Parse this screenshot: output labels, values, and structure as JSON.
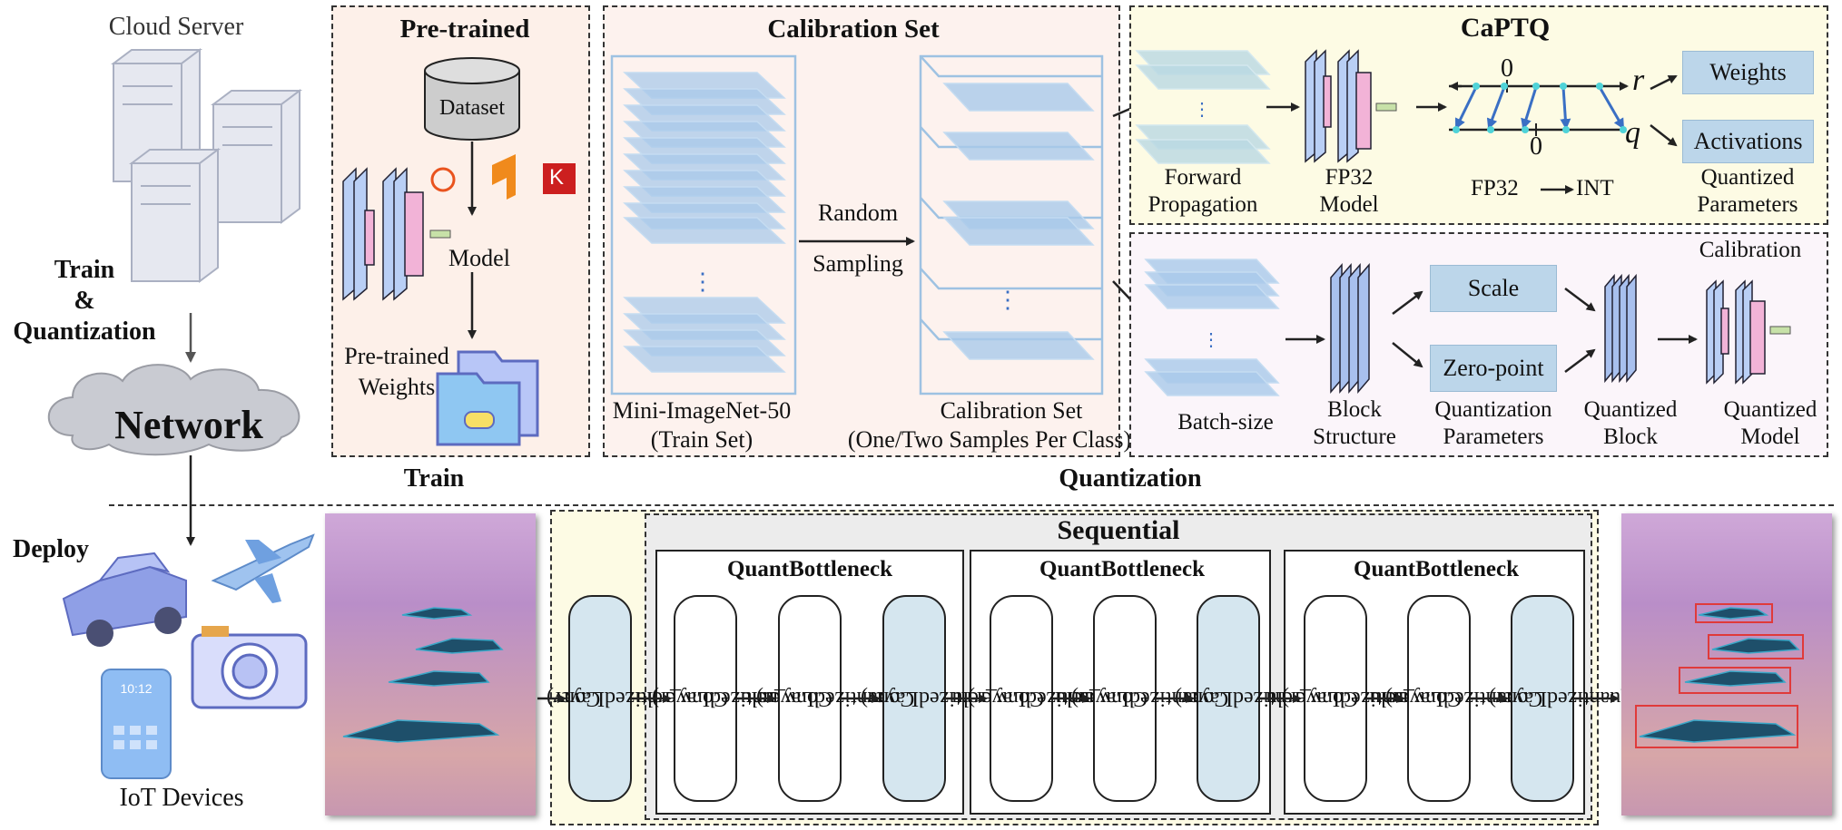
{
  "left": {
    "cloud_server": "Cloud Server",
    "train_quant_1": "Train",
    "train_quant_2": "&",
    "train_quant_3": "Quantization",
    "network": "Network",
    "deploy": "Deploy",
    "iot_devices": "IoT Devices",
    "phone_time": "10:12"
  },
  "pretrained": {
    "title": "Pre-trained",
    "dataset": "Dataset",
    "model": "Model",
    "weights_1": "Pre-trained",
    "weights_2": "Weights",
    "k_logo": "K"
  },
  "calibration": {
    "title": "Calibration Set",
    "random": "Random",
    "sampling": "Sampling",
    "train_set_1": "Mini-ImageNet-50",
    "train_set_2": "(Train Set)",
    "calib_1": "Calibration Set",
    "calib_2": "(One/Two Samples Per Class)",
    "dots": "⋮"
  },
  "captq": {
    "title": "CaPTQ",
    "forward_1": "Forward",
    "forward_2": "Propagation",
    "fp32_1": "FP32",
    "fp32_2": "Model",
    "zero_top": "0",
    "zero_bottom": "0",
    "r": "r",
    "q": "q",
    "fp32_int": "FP32",
    "int": "INT",
    "weights": "Weights",
    "activations": "Activations",
    "qp_1": "Quantized",
    "qp_2": "Parameters"
  },
  "calib_panel": {
    "label": "Calibration",
    "batch": "Batch-size",
    "block_1": "Block",
    "block_2": "Structure",
    "scale": "Scale",
    "zero_point": "Zero-point",
    "qparams_1": "Quantization",
    "qparams_2": "Parameters",
    "qblock_1": "Quantized",
    "qblock_2": "Block",
    "qmodel_1": "Quantized",
    "qmodel_2": "Model"
  },
  "section_labels": {
    "train": "Train",
    "quantization": "Quantization"
  },
  "network_arch": {
    "sequential": "Sequential",
    "conv_first": [
      "Conv",
      "(QuantizedLayer)"
    ],
    "bottlenecks": [
      {
        "title": "QuantBottleneck",
        "layers": [
          [
            "Conv_relu",
            "(QuantizedLayer)"
          ],
          [
            "Conv_relu",
            "(QuantizedLayer)"
          ],
          [
            "Conv",
            "(QuantizedLayer)"
          ]
        ]
      },
      {
        "title": "QuantBottleneck",
        "layers": [
          [
            "Conv_relu",
            "(QuantizedLayer)"
          ],
          [
            "Conv_relu",
            "(QuantizedLayer)"
          ],
          [
            "Conv",
            "(QuantizedLayer)"
          ]
        ]
      },
      {
        "title": "QuantBottleneck",
        "layers": [
          [
            "Conv_relu",
            "(QuantizedLayer)"
          ],
          [
            "Conv_relu",
            "(QuantizedLayer)"
          ],
          [
            "Conv",
            "(QuantizedLayer)"
          ]
        ]
      }
    ]
  },
  "colors": {
    "pretrained_bg": "#fdf0e9",
    "calib_bg": "#fdf2ee",
    "captq_bg": "#fdfbe4",
    "calib_panel_bg": "#fbf5fa",
    "box_blue": "#bcd6ea",
    "sequential_bg": "#ececec",
    "conv_fill": "#d5e6ef",
    "bbox_red": "#e03a3a"
  }
}
